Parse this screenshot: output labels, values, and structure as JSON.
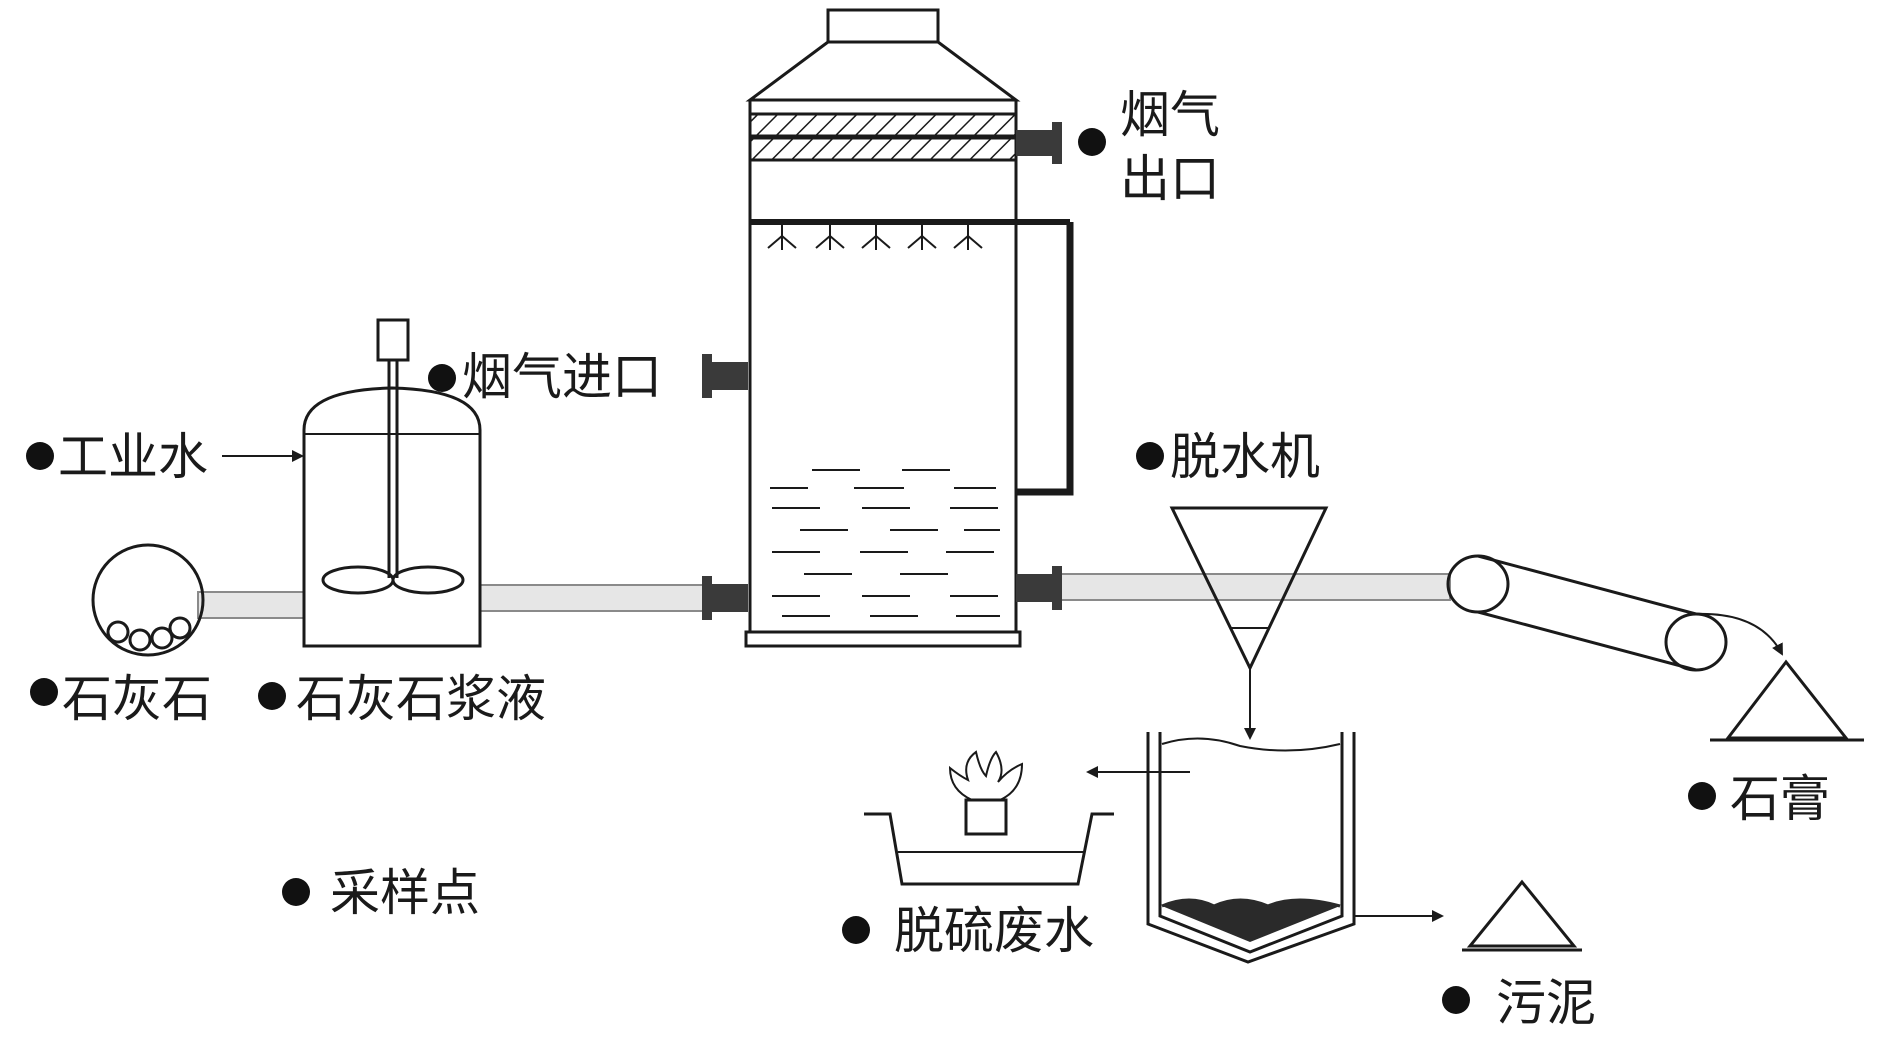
{
  "labels": {
    "flue_gas_outlet_line1": "烟气",
    "flue_gas_outlet_line2": "出口",
    "flue_gas_inlet": "烟气进口",
    "industrial_water": "工业水",
    "limestone": "石灰石",
    "limestone_slurry": "石灰石浆液",
    "dewatering_machine": "脱水机",
    "gypsum": "石膏",
    "sampling_point": "采样点",
    "desulfurization_wastewater": "脱硫废水",
    "sludge": "污泥"
  },
  "colors": {
    "line": "#1a1a1a",
    "pipe_fill": "#e6e6e6",
    "pipe_edge": "#8a8a8a",
    "flange": "#3a3a3a",
    "sludge_fill": "#2a2a2a",
    "sampling_dot": "#111111"
  }
}
